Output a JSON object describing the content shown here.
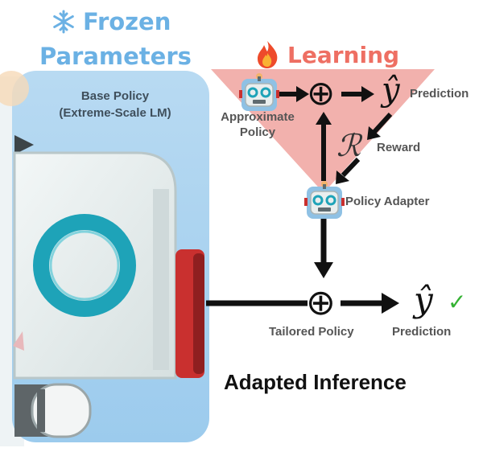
{
  "frozen": {
    "icon": "snowflake-icon",
    "title": "Frozen",
    "subtitle": "Parameters",
    "base_policy_line1": "Base Policy",
    "base_policy_line2": "(Extreme-Scale LM)"
  },
  "learning": {
    "icon": "fire-icon",
    "title": "Learning",
    "approx_line1": "Approximate",
    "approx_line2": "Policy",
    "prediction_symbol": "ŷ",
    "prediction_label": "Prediction",
    "reward_symbol": "ℛ",
    "reward_label": "Reward",
    "adapter_label": "Policy Adapter"
  },
  "inference": {
    "combine_symbol": "⊕",
    "tailored_label": "Tailored Policy",
    "prediction_symbol": "ŷ",
    "check": "✓",
    "prediction_label": "Prediction",
    "title": "Adapted Inference"
  },
  "colors": {
    "frozen_blue": "#6bb1e4",
    "learning_red": "#ee6f63",
    "triangle_fill": "#f2b1ad",
    "check_green": "#34b233",
    "robot_teal": "#1ea3b8"
  }
}
